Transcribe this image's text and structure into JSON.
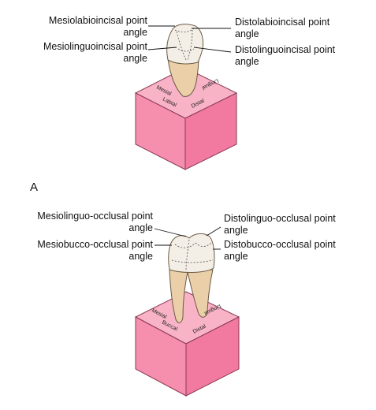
{
  "panel_a": {
    "label": "A",
    "callouts": {
      "mesiolabioincisal": {
        "line1": "Mesiolabioincisal point",
        "line2": "angle"
      },
      "mesiolinguoincisal": {
        "line1": "Mesiolinguoincisal point",
        "line2": "angle"
      },
      "distolabioincisal": {
        "line1": "Distolabioincisal point",
        "line2": "angle"
      },
      "distolinguoincisal": {
        "line1": "Distolinguoincisal point",
        "line2": "angle"
      }
    },
    "cube_faces": {
      "mesial": "Mesial",
      "labial": "Labial",
      "distal": "Distal",
      "lingual": "Lingual"
    }
  },
  "panel_b": {
    "callouts": {
      "mesiolinguo_occlusal": {
        "line1": "Mesiolinguo-occlusal point",
        "line2": "angle"
      },
      "mesiobucco_occlusal": {
        "line1": "Mesiobucco-occlusal point",
        "line2": "angle"
      },
      "distolinguo_occlusal": {
        "line1": "Distolinguo-occlusal point",
        "line2": "angle"
      },
      "distobucco_occlusal": {
        "line1": "Distobucco-occlusal point",
        "line2": "angle"
      }
    },
    "cube_faces": {
      "mesial": "Mesial",
      "buccal": "Buccal",
      "distal": "Distal",
      "lingual": "Lingual"
    }
  },
  "colors": {
    "cube_top": "#f9b3c6",
    "cube_left": "#f58fad",
    "cube_right": "#f27aa0",
    "cube_edge": "#8a3a55",
    "tooth_crown": "#f4efe6",
    "tooth_root": "#ebcfa8"
  }
}
